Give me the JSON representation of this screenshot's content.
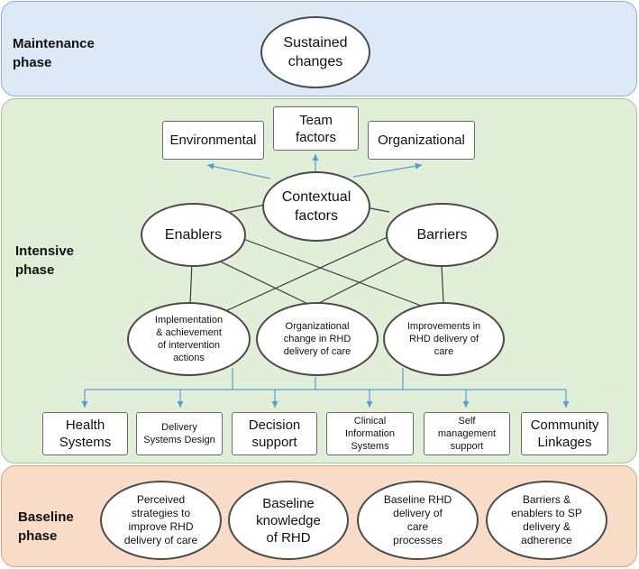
{
  "phases": {
    "maintenance": "Maintenance\nphase",
    "intensive": "Intensive\nphase",
    "baseline": "Baseline\nphase"
  },
  "nodes": {
    "sustained": "Sustained\nchanges",
    "environmental": "Environmental",
    "team": "Team\nfactors",
    "organizational": "Organizational",
    "contextual": "Contextual\nfactors",
    "enablers": "Enablers",
    "barriers": "Barriers",
    "implementation": "Implementation\n& achievement\nof intervention\nactions",
    "org_change": "Organizational\nchange in RHD\ndelivery of care",
    "improvements": "Improvements in\nRHD delivery of\ncare"
  },
  "boxes": {
    "health_systems": "Health\nSystems",
    "delivery_design": "Delivery\nSystems Design",
    "decision_support": "Decision\nsupport",
    "clinical_info": "Clinical\nInformation\nSystems",
    "self_management": "Self\nmanagement\nsupport",
    "community": "Community\nLinkages"
  },
  "baseline_nodes": {
    "perceived": "Perceived\nstrategies to\nimprove RHD\ndelivery of care",
    "knowledge": "Baseline\nknowledge\nof RHD",
    "processes": "Baseline RHD\ndelivery of\ncare\nprocesses",
    "barriers_enablers": "Barriers &\nenablers to SP\ndelivery &\nadherence"
  },
  "colors": {
    "maintenance_fill": "#dde9f7",
    "intensive_fill": "#e2efd8",
    "baseline_fill": "#f9dcc8",
    "arrow": "#5b9bd5",
    "connector": "#3a3a3a"
  }
}
